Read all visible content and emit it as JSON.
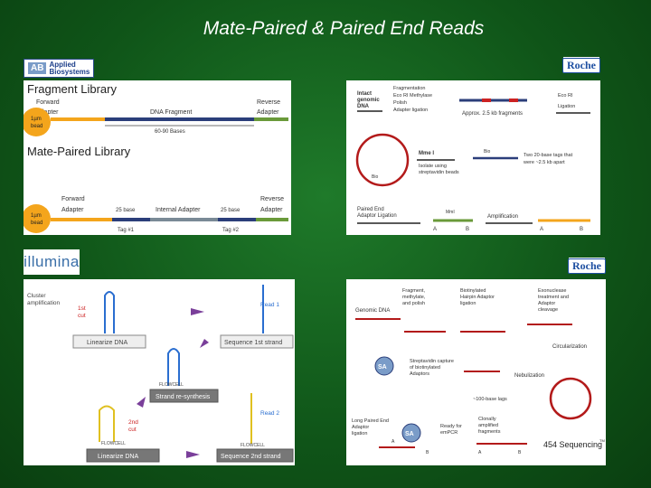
{
  "title": "Mate-Paired & Paired End Reads",
  "logos": {
    "applied_biosystems": "Applied Biosystems",
    "ab_mark": "AB",
    "roche": "Roche",
    "illumina": "illumina"
  },
  "fragment_library": {
    "heading": "Fragment Library",
    "forward": "Forward",
    "adapter_left": "Adapter",
    "dna_fragment": "DNA Fragment",
    "reverse": "Reverse",
    "adapter_right": "Adapter",
    "bead_line1": "1µm",
    "bead_line2": "bead",
    "bases": "60-90 Bases"
  },
  "mate_paired_library": {
    "heading": "Mate-Paired Library",
    "forward": "Forward",
    "adapter_left": "Adapter",
    "base25_left": "25 base",
    "internal_adapter": "Internal Adapter",
    "base25_right": "25 base",
    "reverse": "Reverse",
    "adapter_right": "Adapter",
    "bead_line1": "1µm",
    "bead_line2": "bead",
    "tag1": "Tag #1",
    "tag2": "Tag #2"
  },
  "roche_top": {
    "intact_genomic_dna": [
      "Intact",
      "genomic",
      "DNA"
    ],
    "steps_left": [
      "Fragmentation",
      "Eco RI Methylase",
      "Polish",
      "Adapter ligation"
    ],
    "steps_right": [
      "Eco RI",
      "Ligation"
    ],
    "approx": "Approx. 2.5 kb fragments",
    "mme": "Mme I",
    "isolate": [
      "Isolate using",
      "streptavidin beads"
    ],
    "tags_note": [
      "Two 20-base tags that",
      "were ~2.5 kb apart"
    ],
    "paired_end": [
      "Paired End",
      "Adaptor Ligation"
    ],
    "amplification": "Amplification",
    "bio": "Bio",
    "mme_short": "MmI",
    "a": "A",
    "b": "B"
  },
  "illumina_panel": {
    "cluster_amplification": [
      "Cluster",
      "amplification"
    ],
    "first_cut": [
      "1st",
      "cut"
    ],
    "read1": "Read 1",
    "linearize1": "Linearize DNA",
    "sequence1": "Sequence 1st strand",
    "flowcell": "FLOWCELL",
    "strand_resynthesis": "Strand re-synthesis",
    "second_cut": [
      "2nd",
      "cut"
    ],
    "read2": "Read 2",
    "linearize2": "Linearize DNA",
    "sequence2": "Sequence 2nd strand"
  },
  "roche_bottom": {
    "genomic_dna": "Genomic DNA",
    "fragment": [
      "Fragment,",
      "methylate,",
      "and polish"
    ],
    "biotinylated": [
      "Biotinylated",
      "Hairpin Adaptor",
      "ligation"
    ],
    "exonuclease": [
      "Exonuclease",
      "treatment and",
      "Adaptor",
      "cleavage"
    ],
    "circularization": "Circularization",
    "sa": "SA",
    "streptavidin": [
      "Streptavidin capture",
      "of biotinylated",
      "Adaptors"
    ],
    "nebulization": "Nebulization",
    "lags": "~100-base lags",
    "long_paired": [
      "Long Paired End",
      "Adaptor",
      "ligation"
    ],
    "ready": [
      "Ready for",
      "emPCR"
    ],
    "clonally": [
      "Clonally",
      "amplified",
      "fragments"
    ],
    "sequencing": "454 Sequencing",
    "tm": "TM",
    "a": "A",
    "b": "B"
  }
}
